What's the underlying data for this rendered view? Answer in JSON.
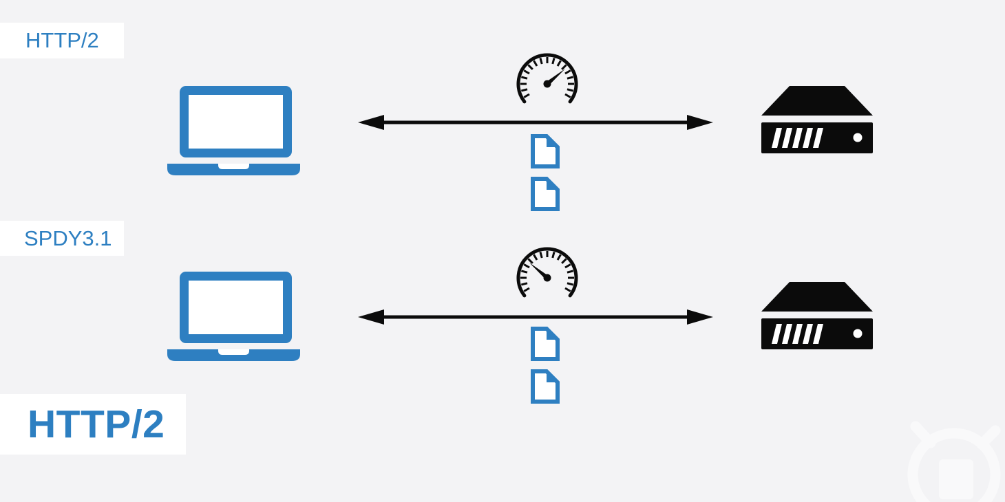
{
  "colors": {
    "background": "#f3f3f5",
    "accent_blue": "#2e7fc1",
    "icon_black": "#0b0b0b",
    "label_background": "#ffffff"
  },
  "rows": [
    {
      "label": "HTTP/2",
      "gauge_state": "fast",
      "document_count": 2
    },
    {
      "label": "SPDY3.1",
      "gauge_state": "slow",
      "document_count": 2
    }
  ],
  "footer_title": {
    "text": "HTTP/2"
  },
  "icons": {
    "client": "laptop-icon",
    "server": "server-icon",
    "gauge": "speedometer-icon",
    "transfer": "document-icon",
    "link": "bidirectional-arrow-icon",
    "watermark": "watermark-logo"
  }
}
